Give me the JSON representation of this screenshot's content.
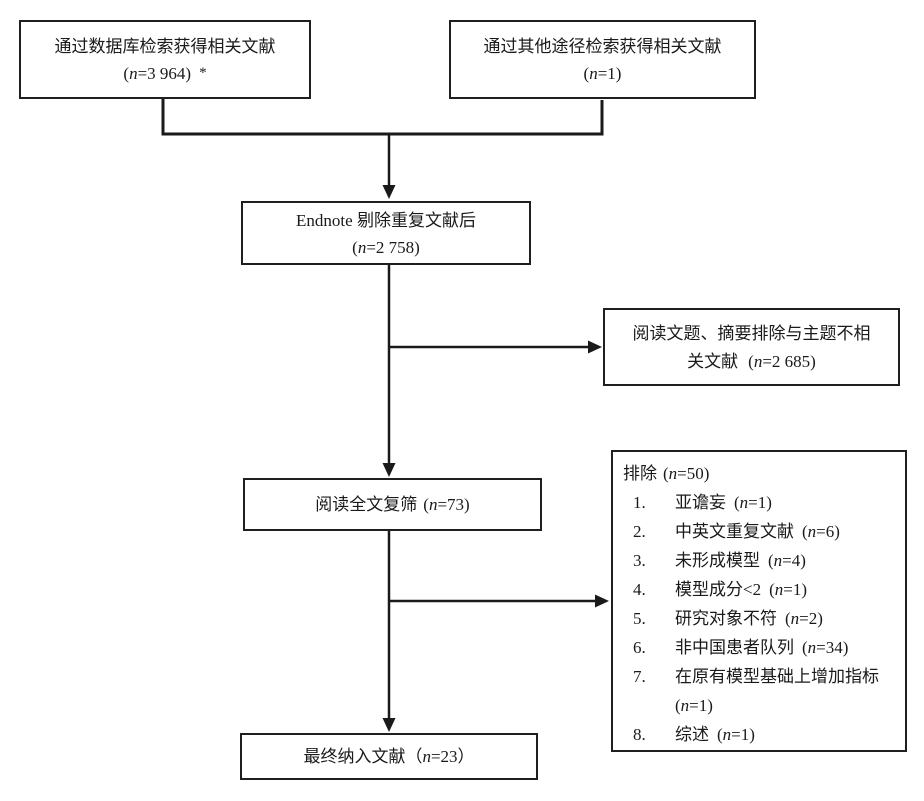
{
  "colors": {
    "line": "#1a1a1a",
    "border": "#1f1f1f",
    "background": "#ffffff",
    "text": "#1a1a1a"
  },
  "boxes": {
    "db": {
      "line1": "通过数据库检索获得相关文献",
      "count": {
        "open": "(",
        "var": "n",
        "rest": "=3 964)"
      },
      "suffix": "*"
    },
    "other": {
      "line1": "通过其他途径检索获得相关文献",
      "count": {
        "open": "(",
        "var": "n",
        "rest": "=1)"
      }
    },
    "endnote": {
      "line1": "Endnote 剔除重复文献后",
      "count": {
        "open": "(",
        "var": "n",
        "rest": "=2 758)"
      }
    },
    "title_abstract": {
      "line1": "阅读文题、摘要排除与主题不相",
      "line2_prefix": "关文献",
      "count": {
        "open": "(",
        "var": "n",
        "rest": "=2 685)"
      }
    },
    "fulltext": {
      "prefix": "阅读全文复筛",
      "count": {
        "open": "(",
        "var": "n",
        "rest": "=73)"
      }
    },
    "final": {
      "prefix": "最终纳入文献",
      "count": {
        "open": "（",
        "var": "n",
        "rest": "=23）"
      }
    },
    "exclusion": {
      "header_prefix": "排除",
      "header_count": {
        "open": "(",
        "var": "n",
        "rest": "=50)"
      },
      "items": [
        {
          "num": "1.",
          "text": "亚谵妄",
          "count": {
            "open": "(",
            "var": "n",
            "rest": "=1)"
          }
        },
        {
          "num": "2.",
          "text": "中英文重复文献",
          "count": {
            "open": "(",
            "var": "n",
            "rest": "=6)"
          }
        },
        {
          "num": "3.",
          "text": "未形成模型",
          "count": {
            "open": "(",
            "var": "n",
            "rest": "=4)"
          }
        },
        {
          "num": "4.",
          "text": "模型成分<2",
          "count": {
            "open": "(",
            "var": "n",
            "rest": "=1)"
          }
        },
        {
          "num": "5.",
          "text": "研究对象不符",
          "count": {
            "open": "(",
            "var": "n",
            "rest": "=2)"
          }
        },
        {
          "num": "6.",
          "text": "非中国患者队列",
          "count": {
            "open": "(",
            "var": "n",
            "rest": "=34)"
          }
        },
        {
          "num": "7.",
          "text": "在原有模型基础上增加指标",
          "count": {
            "open": "(",
            "var": "n",
            "rest": "=1)"
          }
        },
        {
          "num": "8.",
          "text": "综述",
          "count": {
            "open": "(",
            "var": "n",
            "rest": "=1)"
          }
        }
      ]
    }
  }
}
